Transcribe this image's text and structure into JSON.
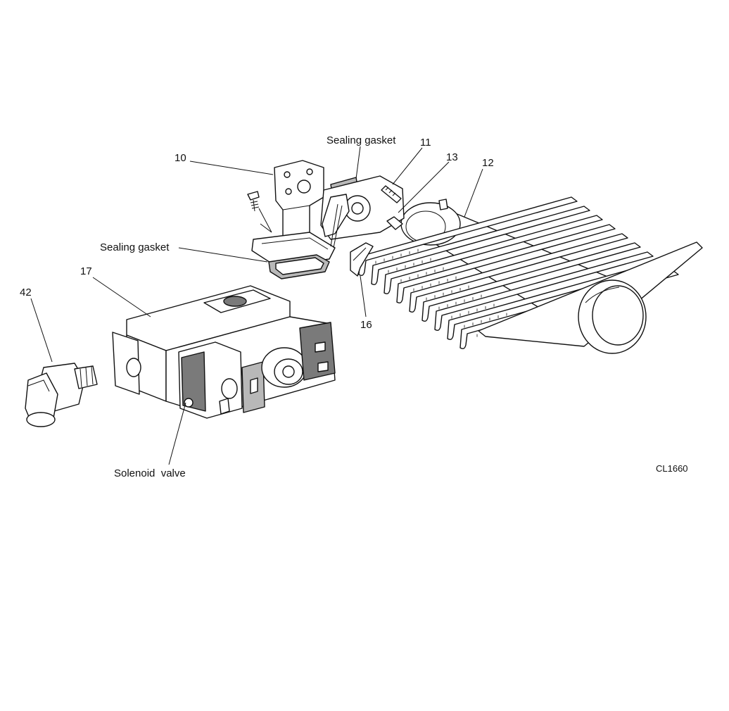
{
  "labels": {
    "part_10": "10",
    "part_11": "11",
    "part_12": "12",
    "part_13": "13",
    "part_16": "16",
    "part_17": "17",
    "part_42": "42",
    "sealing_gasket_top": "Sealing gasket",
    "sealing_gasket_left": "Sealing gasket",
    "solenoid_valve": "Solenoid  valve",
    "figure_code": "CL1660"
  }
}
